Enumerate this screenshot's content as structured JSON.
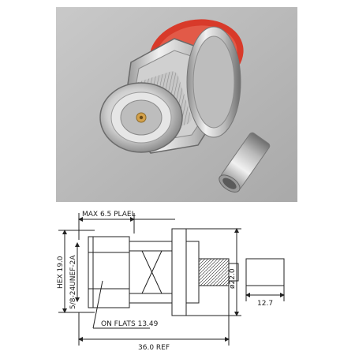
{
  "photo": {
    "subject": "N-type female bulkhead crimp connector with ferrule",
    "colors": {
      "background": "#b8b8b8",
      "gasket": "#d83a2a",
      "metal": "#d6d6d6",
      "gold_pin": "#d4a14a"
    }
  },
  "drawing": {
    "labels": {
      "panel": "MAX 6.5 PLAEL",
      "hex": "HEX 19.0",
      "thread": "5/8-24UNEF-2A",
      "flats": "ON FLATS 13.49",
      "diameter": "ø22.0",
      "ferrule": "12.7",
      "overall": "36.0 REF"
    },
    "colors": {
      "line": "#222222"
    }
  }
}
